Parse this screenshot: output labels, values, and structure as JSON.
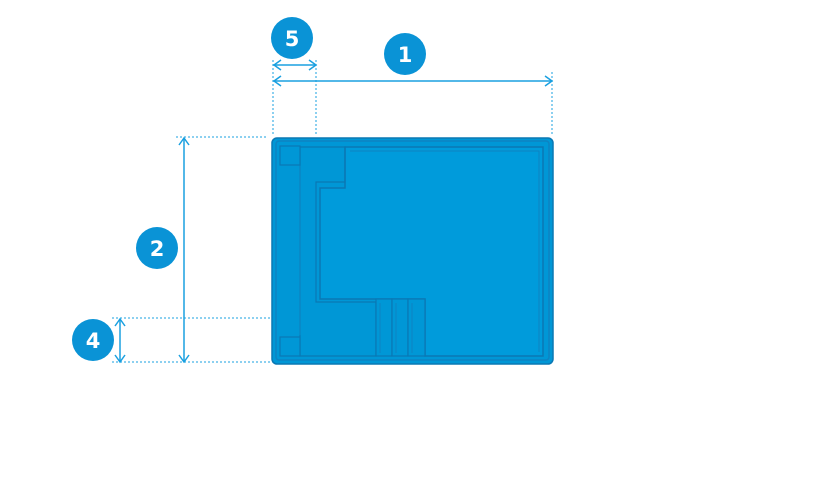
{
  "diagram": {
    "colors": {
      "pool_fill": "#0097d6",
      "pool_inner": "#009bdb",
      "pool_edge": "#0a78b4",
      "pool_shade": "#0e83c2",
      "dimension_line": "#1aa0e0",
      "badge": "#0a93d6",
      "badge_text": "#ffffff",
      "background": "#ffffff"
    },
    "badges": [
      {
        "id": "dimension-1",
        "label": "1"
      },
      {
        "id": "dimension-2",
        "label": "2"
      },
      {
        "id": "dimension-4",
        "label": "4"
      },
      {
        "id": "dimension-5",
        "label": "5"
      }
    ]
  }
}
